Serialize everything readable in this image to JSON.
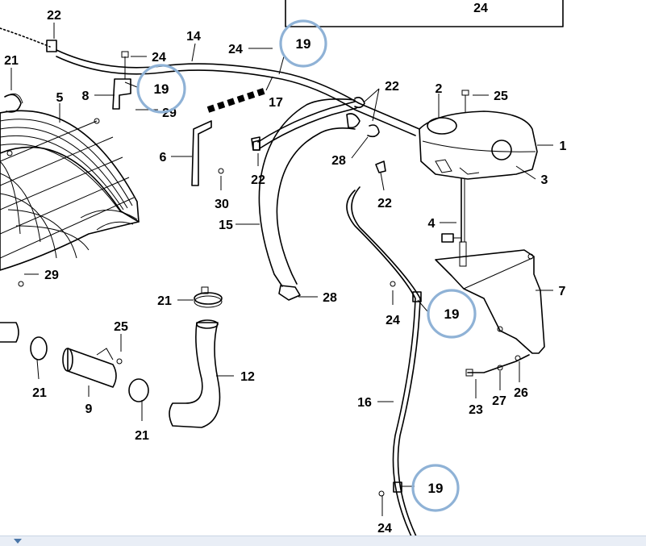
{
  "diagram": {
    "title_box_label": "24",
    "callouts": [
      {
        "id": "c22a",
        "text": "22"
      },
      {
        "id": "c21a",
        "text": "21"
      },
      {
        "id": "c14",
        "text": "14"
      },
      {
        "id": "c24a",
        "text": "24"
      },
      {
        "id": "c24b",
        "text": "24"
      },
      {
        "id": "c8",
        "text": "8"
      },
      {
        "id": "c5",
        "text": "5"
      },
      {
        "id": "c29a",
        "text": "29"
      },
      {
        "id": "c17",
        "text": "17"
      },
      {
        "id": "c22b",
        "text": "22"
      },
      {
        "id": "c2",
        "text": "2"
      },
      {
        "id": "c25a",
        "text": "25"
      },
      {
        "id": "c1",
        "text": "1"
      },
      {
        "id": "c6",
        "text": "6"
      },
      {
        "id": "c22c",
        "text": "22"
      },
      {
        "id": "c28a",
        "text": "28"
      },
      {
        "id": "c3",
        "text": "3"
      },
      {
        "id": "c22d",
        "text": "22"
      },
      {
        "id": "c30",
        "text": "30"
      },
      {
        "id": "c15",
        "text": "15"
      },
      {
        "id": "c4",
        "text": "4"
      },
      {
        "id": "c29b",
        "text": "29"
      },
      {
        "id": "c28b",
        "text": "28"
      },
      {
        "id": "c7",
        "text": "7"
      },
      {
        "id": "c21b",
        "text": "21"
      },
      {
        "id": "c24c",
        "text": "24"
      },
      {
        "id": "c25b",
        "text": "25"
      },
      {
        "id": "c12",
        "text": "12"
      },
      {
        "id": "c21c",
        "text": "21"
      },
      {
        "id": "c9",
        "text": "9"
      },
      {
        "id": "c21d",
        "text": "21"
      },
      {
        "id": "c23",
        "text": "23"
      },
      {
        "id": "c27",
        "text": "27"
      },
      {
        "id": "c26",
        "text": "26"
      },
      {
        "id": "c16",
        "text": "16"
      },
      {
        "id": "c24d",
        "text": "24"
      }
    ],
    "highlighted_callouts": [
      {
        "id": "h19a",
        "text": "19"
      },
      {
        "id": "h19b",
        "text": "19"
      },
      {
        "id": "h19c",
        "text": "19"
      },
      {
        "id": "h19d",
        "text": "19"
      }
    ],
    "highlight_color": "#8fb2d6"
  }
}
